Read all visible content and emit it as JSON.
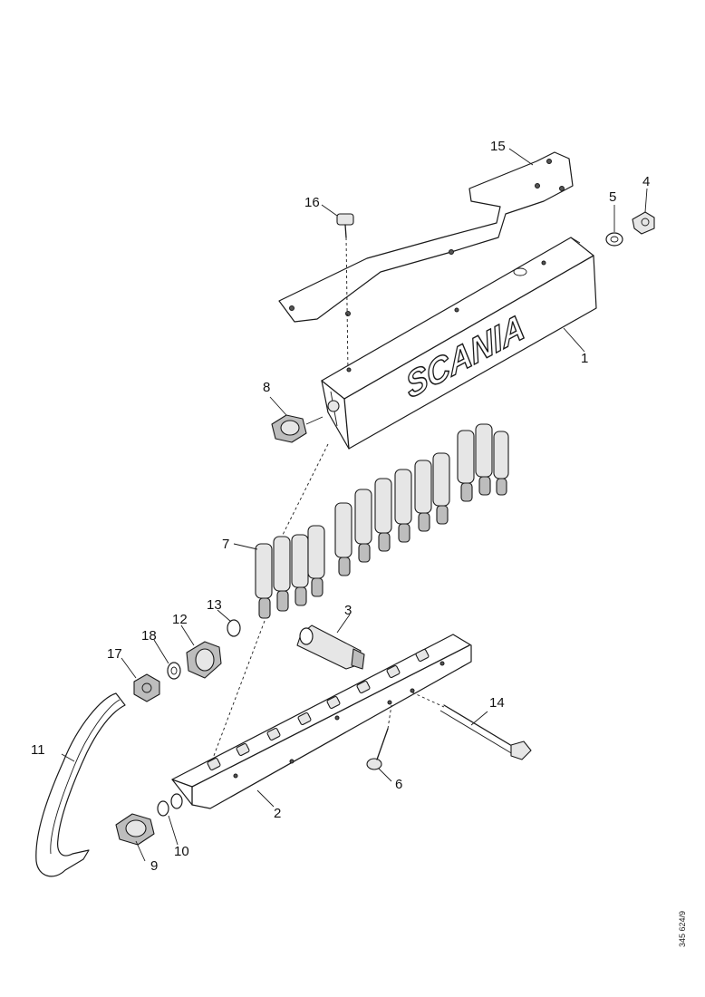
{
  "callouts": {
    "c1": "1",
    "c2": "2",
    "c3": "3",
    "c4": "4",
    "c5": "5",
    "c6": "6",
    "c7": "7",
    "c8": "8",
    "c9": "9",
    "c10": "10",
    "c11": "11",
    "c12": "12",
    "c13": "13",
    "c14": "14",
    "c15": "15",
    "c16": "16",
    "c17": "17",
    "c18": "18"
  },
  "logo": {
    "text": "SCANIA"
  },
  "figure_code": "345 624/9"
}
